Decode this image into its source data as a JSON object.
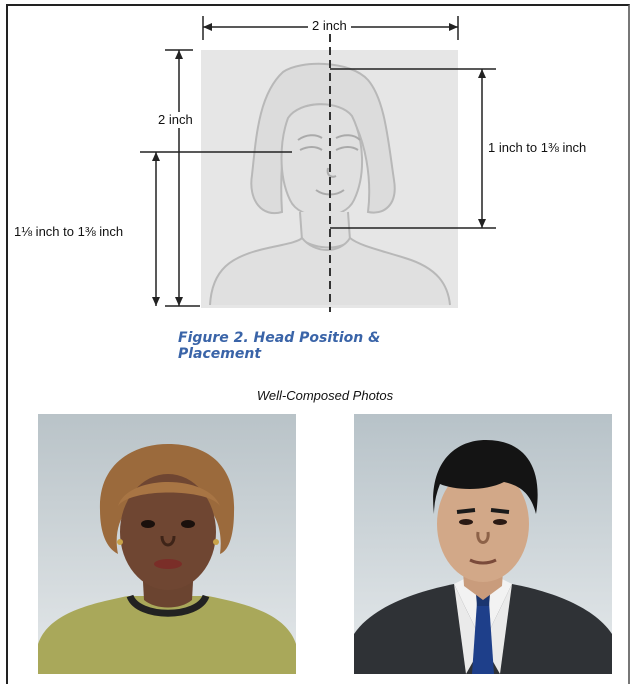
{
  "diagram": {
    "width_label": "2 inch",
    "height_label": "2 inch",
    "head_label": "1 inch to 1⅜ inch",
    "eye_label": "1⅛ inch to 1⅜ inch",
    "caption": "Figure 2. Head Position & Placement"
  },
  "photos": {
    "heading": "Well-Composed Photos",
    "items": [
      {
        "name": "woman-photo"
      },
      {
        "name": "man-photo"
      }
    ]
  },
  "colors": {
    "caption": "#3a64a8",
    "template_bg": "#e6e6e6",
    "silhouette": "#b8b8b8"
  }
}
